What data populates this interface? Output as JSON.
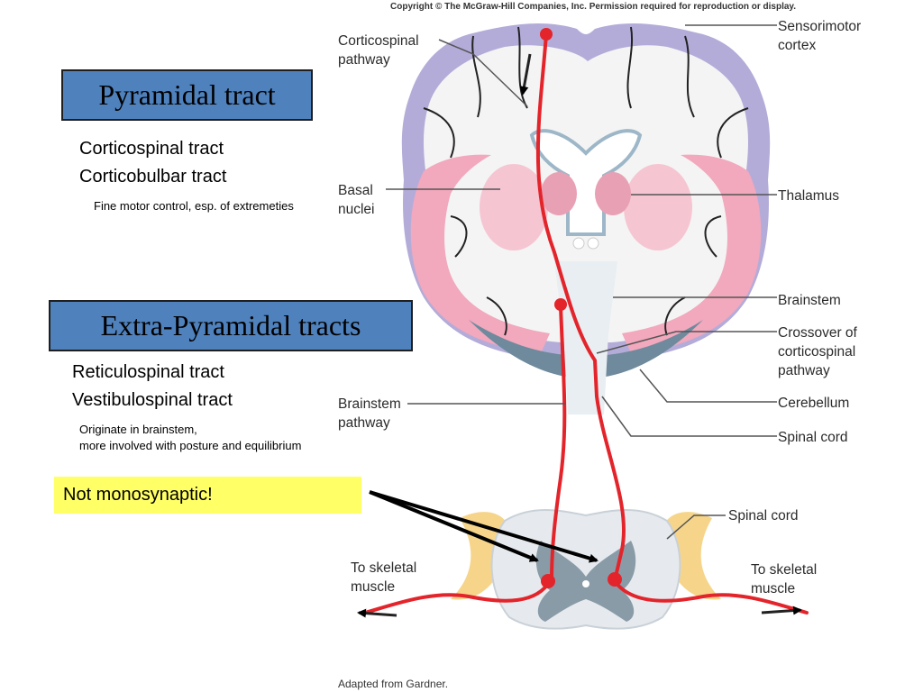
{
  "copyright": "Copyright © The McGraw-Hill Companies, Inc. Permission required for reproduction or display.",
  "credit": "Adapted from Gardner.",
  "pyramidal": {
    "title": "Pyramidal tract",
    "items": [
      "Corticospinal tract",
      "Corticobulbar tract"
    ],
    "description": "Fine motor control, esp. of extremeties"
  },
  "extrapyramidal": {
    "title": "Extra-Pyramidal tracts",
    "items": [
      "Reticulospinal tract",
      "Vestibulospinal tract"
    ],
    "description_lines": [
      "Originate in brainstem,",
      "more involved with posture and equilibrium"
    ]
  },
  "note": "Not monosynaptic!",
  "labels": {
    "corticospinal_pathway": [
      "Corticospinal",
      "pathway"
    ],
    "sensorimotor_cortex": [
      "Sensorimotor",
      "cortex"
    ],
    "basal_nuclei": [
      "Basal",
      "nuclei"
    ],
    "thalamus": [
      "Thalamus"
    ],
    "brainstem": [
      "Brainstem"
    ],
    "crossover": [
      "Crossover of",
      "corticospinal",
      "pathway"
    ],
    "cerebellum": [
      "Cerebellum"
    ],
    "brainstem_pathway": [
      "Brainstem",
      "pathway"
    ],
    "spinal_cord_upper": [
      "Spinal cord"
    ],
    "spinal_cord_lower": [
      "Spinal cord"
    ],
    "skeletal_left": [
      "To skeletal",
      "muscle"
    ],
    "skeletal_right": [
      "To skeletal",
      "muscle"
    ]
  },
  "colors": {
    "title_box": "#4f81bd",
    "note_box": "#ffff66",
    "pathway": "#e3242b",
    "cortex": "#b3acd9",
    "basal": "#f2a8bd",
    "white_matter": "#f4f4f4",
    "cerebellum": "#6e8a9c",
    "nerve": "#f6d58b"
  }
}
